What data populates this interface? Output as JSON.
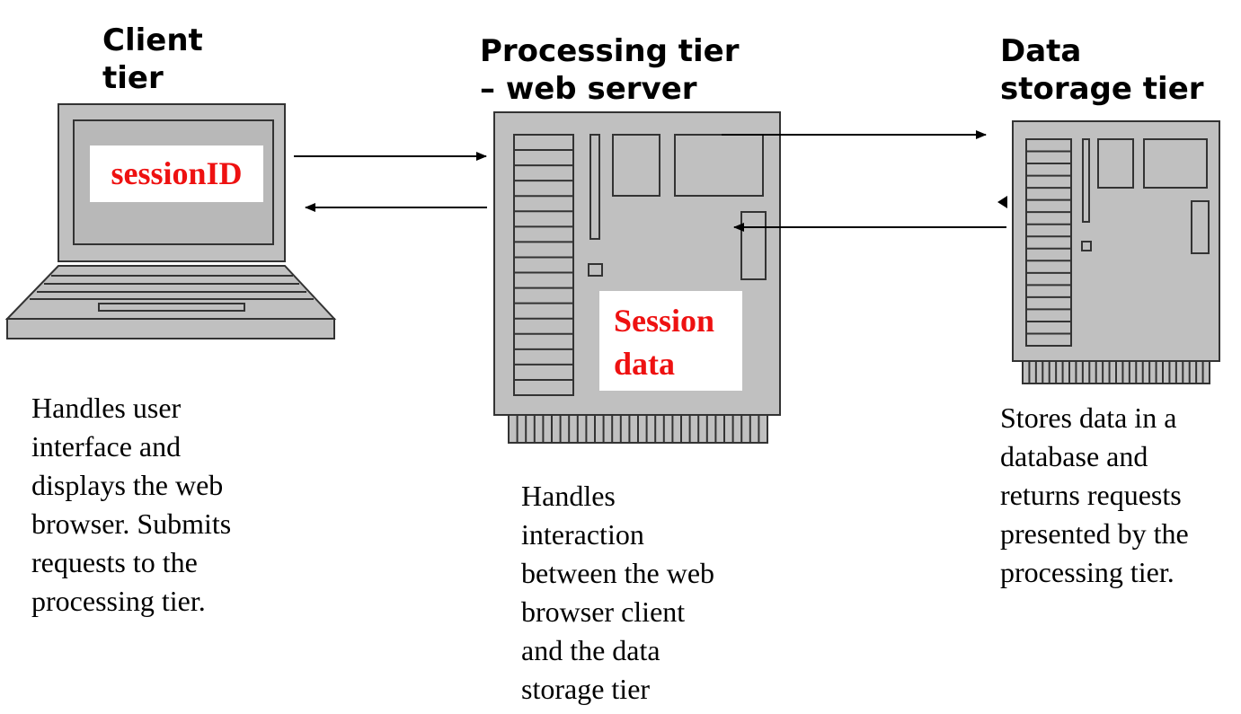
{
  "client": {
    "title_line1": "Client",
    "title_line2": "tier",
    "session_label": "sessionID",
    "description_lines": [
      "Handles user",
      "interface and",
      "displays the web",
      "browser.  Submits",
      "requests to the",
      "processing tier."
    ]
  },
  "processing": {
    "title_line1": "Processing tier",
    "title_line2": "– web server",
    "session_label_line1": "Session",
    "session_label_line2": "data",
    "description_lines": [
      "Handles",
      "interaction",
      "between the web",
      "browser client",
      "and the data",
      "storage tier"
    ]
  },
  "storage": {
    "title_line1": "Data",
    "title_line2": "storage tier",
    "description_lines": [
      "Stores data in a",
      "database and",
      "returns requests",
      "presented by the",
      "processing tier."
    ]
  },
  "colors": {
    "label_red": "#ee1111",
    "device_fill": "#c0c0c0",
    "device_stroke": "#333333"
  },
  "icons": [
    "laptop-icon",
    "web-server-icon",
    "storage-server-icon"
  ]
}
